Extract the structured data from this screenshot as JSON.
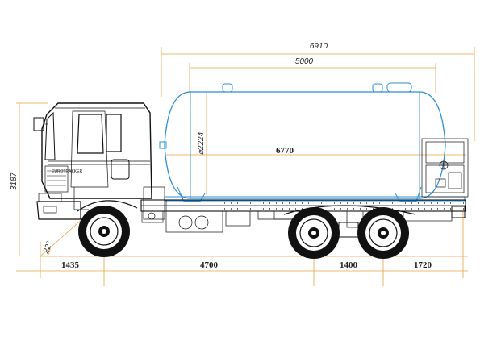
{
  "dimensions": {
    "overall_length": "6910",
    "tank_cylinder_length": "5000",
    "tank_diameter": "⌀2224",
    "tank_total_length": "6770",
    "front_overhang": "1435",
    "wheelbase": "4700",
    "rear_axle_spacing": "1400",
    "rear_overhang": "1720",
    "overall_height": "3187",
    "approach_angle": "22°",
    "cab_brand": "EUROTRAKKER"
  },
  "colors": {
    "tank": "#2a8fd6",
    "dimension_lines": "#e8a040",
    "truck": "#111111"
  }
}
